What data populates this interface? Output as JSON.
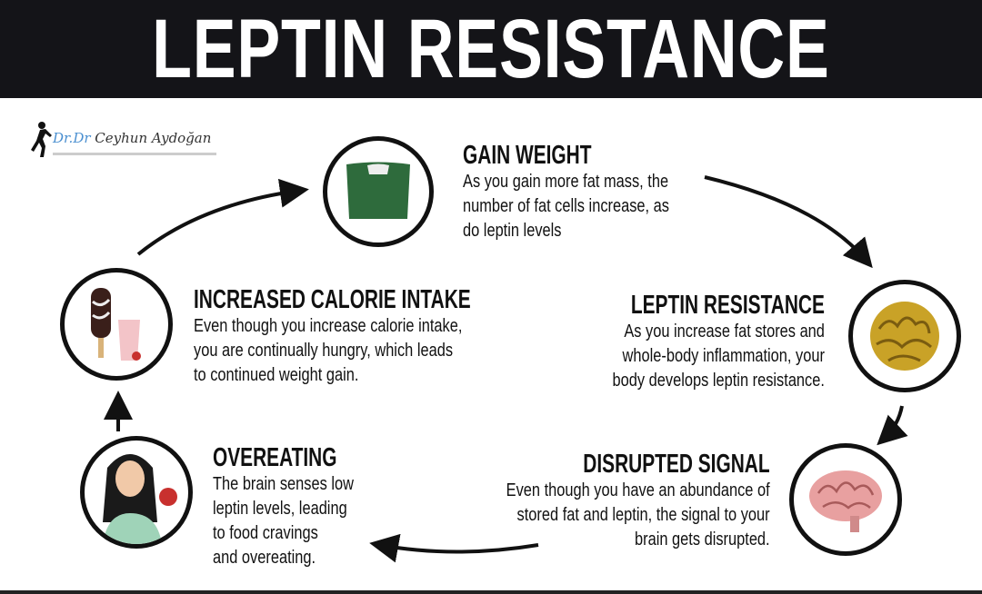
{
  "title": "LEPTIN RESISTANCE",
  "logo": {
    "prefix": "Dr.Dr",
    "name": "Ceyhun Aydoğan"
  },
  "steps": [
    {
      "title": "GAIN WEIGHT",
      "lines": [
        "As you gain more fat mass, the",
        "number of fat cells increase, as",
        "do leptin levels"
      ],
      "icon": "scale-icon"
    },
    {
      "title": "LEPTIN RESISTANCE",
      "lines": [
        "As you increase fat stores and",
        "whole-body inflammation, your",
        "body develops leptin resistance."
      ],
      "icon": "fat-cell-icon"
    },
    {
      "title": "DISRUPTED SIGNAL",
      "lines": [
        "Even though you have an abundance of",
        "stored fat and leptin, the signal to your",
        "brain gets disrupted."
      ],
      "icon": "brain-icon"
    },
    {
      "title": "OVEREATING",
      "lines": [
        "The brain senses low",
        "leptin levels, leading",
        "to food cravings",
        "and overeating."
      ],
      "icon": "woman-eating-icon"
    },
    {
      "title": "INCREASED CALORIE INTAKE",
      "lines": [
        "Even though you increase calorie intake,",
        "you are continually hungry, which leads",
        "to continued weight gain."
      ],
      "icon": "ice-cream-milkshake-icon"
    }
  ],
  "colors": {
    "header": "#141418",
    "scale": "#2e6b3c",
    "fat": "#c9a227",
    "brain": "#e8a0a0"
  }
}
